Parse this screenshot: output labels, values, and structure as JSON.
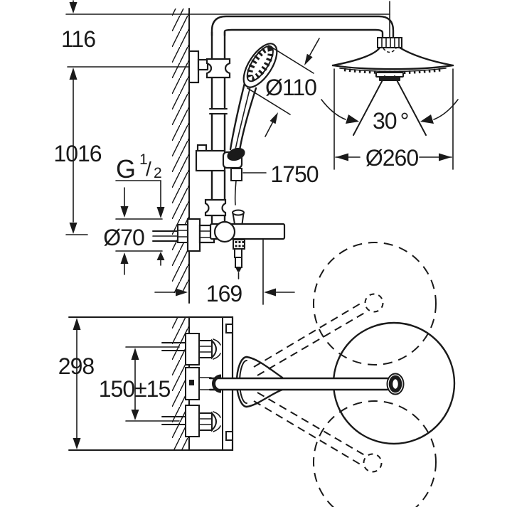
{
  "drawing": {
    "type": "shower-system-technical-dimensional-drawing",
    "colors": {
      "line": "#1a1a1a",
      "background": "#ffffff"
    },
    "labels": {
      "arm_to_bracket": "116",
      "bracket_to_supply": "1016",
      "thread": {
        "g": "G",
        "numerator": "1",
        "slash": "/",
        "denominator": "2"
      },
      "escutcheon_diameter": "Ø70",
      "handshower_diameter": "Ø110",
      "hose_length": "1750",
      "spray_angle_value": "30",
      "spray_angle_unit": "°",
      "headshower_diameter": "Ø260",
      "wall_to_front": "169",
      "trim_height": "298",
      "supply_spacing": "150±15"
    }
  }
}
